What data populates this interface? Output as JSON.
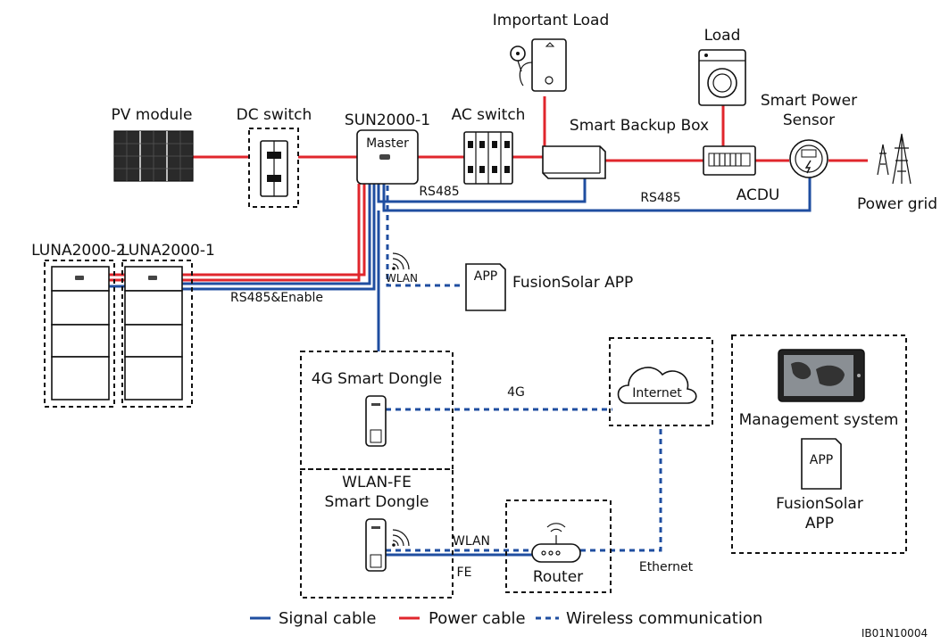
{
  "labels": {
    "pv_module": "PV module",
    "dc_switch": "DC switch",
    "inverter": "SUN2000-1",
    "master": "Master",
    "ac_switch": "AC switch",
    "important_load": "Important Load",
    "smart_backup_box": "Smart Backup Box",
    "load": "Load",
    "smart_power_sensor_1": "Smart Power",
    "smart_power_sensor_2": "Sensor",
    "power_grid": "Power grid",
    "acdu": "ACDU",
    "rs485_a": "RS485",
    "rs485_b": "RS485",
    "luna2": "LUNA2000-2",
    "luna1": "LUNA2000-1",
    "rs485_enable": "RS485&Enable",
    "wlan_a": "WLAN",
    "app_badge_a": "APP",
    "fusionsolar_app_a": "FusionSolar APP",
    "dongle_4g": "4G Smart Dongle",
    "link_4g": "4G",
    "internet": "Internet",
    "management_system": "Management system",
    "app_badge_b": "APP",
    "fusionsolar_b_1": "FusionSolar",
    "fusionsolar_b_2": "APP",
    "wlan_fe_1": "WLAN-FE",
    "wlan_fe_2": "Smart Dongle",
    "wlan_b": "WLAN",
    "fe": "FE",
    "router": "Router",
    "ethernet": "Ethernet",
    "doc_id": "IB01N10004"
  },
  "legend": {
    "signal": "Signal cable",
    "power": "Power cable",
    "wireless": "Wireless communication"
  },
  "colors": {
    "signal_cable": "#1f4ea0",
    "power_cable": "#e0262c",
    "wireless": "#1f4ea0"
  }
}
